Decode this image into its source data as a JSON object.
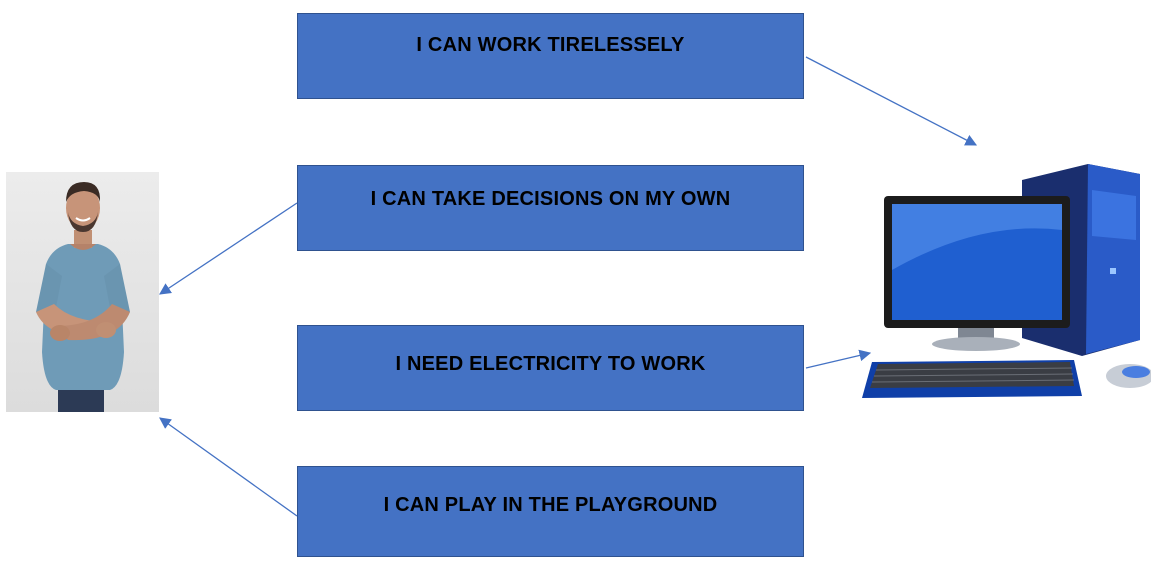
{
  "boxes": [
    {
      "label": "I CAN WORK TIRELESSELY"
    },
    {
      "label": "I CAN TAKE DECISIONS ON MY OWN"
    },
    {
      "label": "I NEED ELECTRICITY TO WORK"
    },
    {
      "label": "I CAN PLAY IN THE PLAYGROUND"
    }
  ],
  "colors": {
    "box_fill": "#4472c4",
    "box_border": "#2f528f",
    "arrow": "#4472c4"
  }
}
